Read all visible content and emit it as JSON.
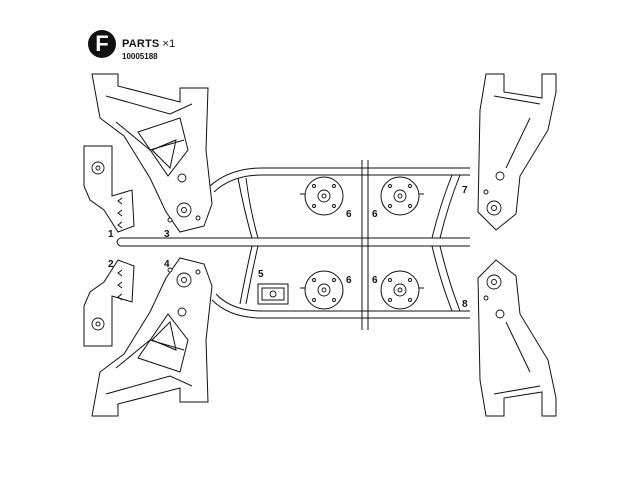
{
  "header": {
    "badge_letter": "F",
    "title": "PARTS",
    "quantity": "×1",
    "part_code": "10005188"
  },
  "part_labels": {
    "p1": "1",
    "p2": "2",
    "p3": "3",
    "p4": "4",
    "p5": "5",
    "p6a": "6",
    "p6b": "6",
    "p6c": "6",
    "p6d": "6",
    "p7": "7",
    "p8": "8"
  },
  "colors": {
    "line": "#111111",
    "background": "#ffffff"
  }
}
